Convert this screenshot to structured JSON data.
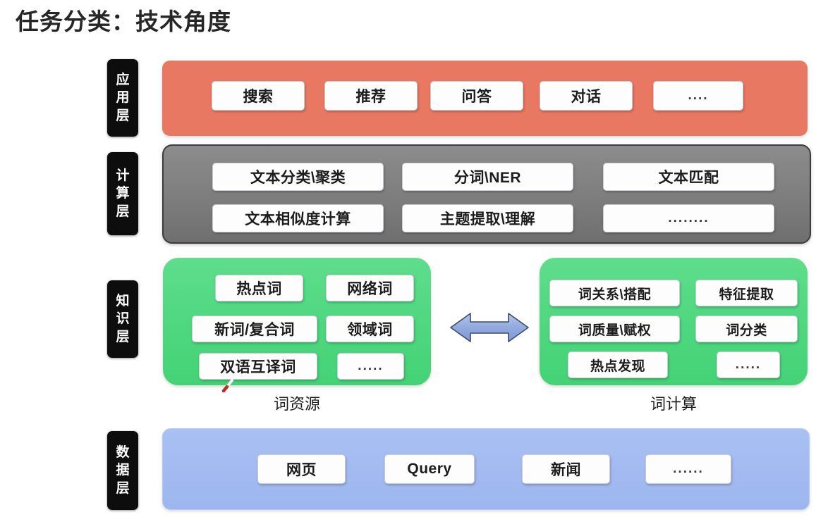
{
  "title": "任务分类：技术角度",
  "colors": {
    "application_band": "#e87862",
    "compute_band": "#7d7d7d",
    "knowledge_panel": "#4ed77f",
    "data_band": "#a3bcf0",
    "layer_tag": "#0d0d0d",
    "arrow": "#8fa8dc",
    "chip": "#fdfdfd",
    "annotation": "#c0392b"
  },
  "layers": {
    "application": {
      "tag": [
        "应",
        "用",
        "层"
      ],
      "tag_text": "应用层",
      "items": [
        "搜索",
        "推荐",
        "问答",
        "对话",
        "...."
      ]
    },
    "compute": {
      "tag": [
        "计",
        "算",
        "层"
      ],
      "tag_text": "计算层",
      "row1": [
        "文本分类\\聚类",
        "分词\\NER",
        "文本匹配"
      ],
      "row2": [
        "文本相似度计算",
        "主题提取\\理解",
        "........"
      ]
    },
    "knowledge": {
      "tag": [
        "知",
        "识",
        "层"
      ],
      "tag_text": "知识层",
      "left_panel": {
        "caption": "词资源",
        "rows": [
          [
            "热点词",
            "网络词"
          ],
          [
            "新词/复合词",
            "领域词"
          ],
          [
            "双语互译词",
            "....."
          ]
        ]
      },
      "right_panel": {
        "caption": "词计算",
        "rows": [
          [
            "词关系\\搭配",
            "特征提取"
          ],
          [
            "词质量\\赋权",
            "词分类"
          ],
          [
            "热点发现",
            "....."
          ]
        ]
      },
      "arrow": "double-headed-arrow"
    },
    "data": {
      "tag": [
        "数",
        "据",
        "层"
      ],
      "tag_text": "数据层",
      "items": [
        "网页",
        "Query",
        "新闻",
        "......"
      ]
    }
  }
}
